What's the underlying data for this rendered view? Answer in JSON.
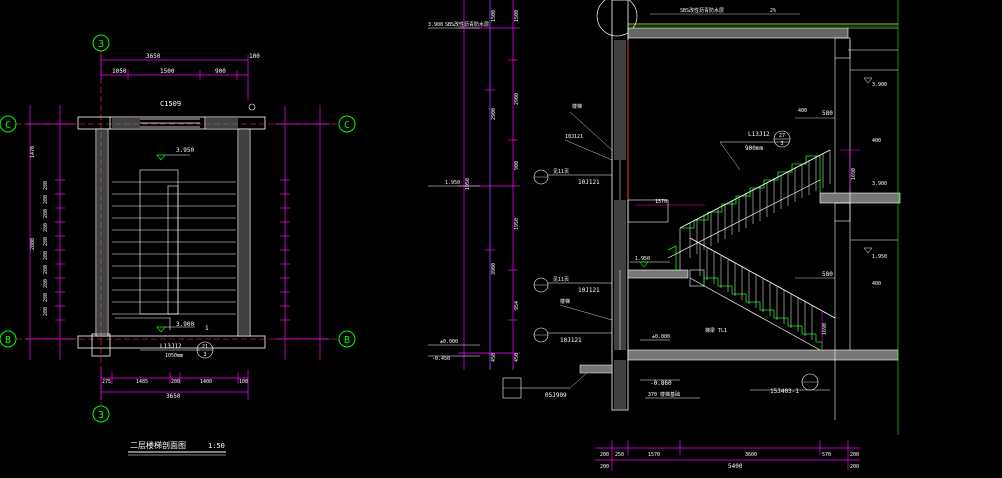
{
  "colors": {
    "background": "#000000",
    "dim_line": "#ff00ff",
    "wall_line": "#ffffff",
    "axis_circle": "#00ff00",
    "stair_line": "#00ff00",
    "axis_line": "#ff4040",
    "text": "#ffffff",
    "cyan": "#00ffff",
    "yellow": "#ffff00"
  },
  "plan": {
    "axis_top": "3",
    "axis_bottom": "3",
    "axis_left_top": "C",
    "axis_left_bottom": "B",
    "axis_right_top": "C",
    "axis_right_bottom": "B",
    "window_tag": "C1509",
    "top_dim_total": "3650",
    "top_dims": [
      "1050",
      "1500",
      "900",
      "100"
    ],
    "bottom_dims": [
      "275",
      "1485",
      "200",
      "1400",
      "100"
    ],
    "bottom_total": "3650",
    "left_dims": [
      "1470",
      "280",
      "280",
      "280",
      "280",
      "280",
      "280",
      "280",
      "280",
      "280",
      "280",
      "2800"
    ],
    "landing_level_top": "3.950",
    "landing_level_bottom": "3.900",
    "up_label": "1",
    "ref_code": "L13J12",
    "ref_note": "1050mm",
    "ref_circle_top": "21",
    "ref_circle_bottom": "3",
    "title": "二层楼梯剖面图",
    "scale": "1:50"
  },
  "section": {
    "roof_note": "SBS改性沥青防水层",
    "roof_note_ref": "2%",
    "level_top_left": "3.900",
    "level_mid": "1.950",
    "level_ground": "±0.000",
    "level_low": "-0.450",
    "level_low2": "-0.860",
    "level_right1": "3.900",
    "level_right2": "1.950",
    "level_right3": "±0.000",
    "vert_dims_left": [
      "1500",
      "2900",
      "900",
      "1950",
      "3900",
      "954",
      "450"
    ],
    "railing_ref": "L13J12",
    "railing_circle_top": "27",
    "railing_circle_bottom": "3",
    "railing_height": "900mm",
    "tag_400": "400",
    "tag_580": "580",
    "tag_580b": "580",
    "tag_1690": "1690",
    "anno_a1": "见11页",
    "anno_a2": "10J121",
    "anno_b1": "见11页",
    "anno_b2": "10J121",
    "anno_c1": "楼梯",
    "anno_c2": "10J121",
    "anno_d": "05J909",
    "anno_e": "15J403-1",
    "anno_f": "370 楼梯基础",
    "anno_g": "梯梁 TL1",
    "bottom_dims": [
      "250",
      "1570",
      "3600",
      "570",
      "200"
    ],
    "bottom_total": "5400",
    "bottom_left": "200",
    "bottom_right": "200"
  }
}
